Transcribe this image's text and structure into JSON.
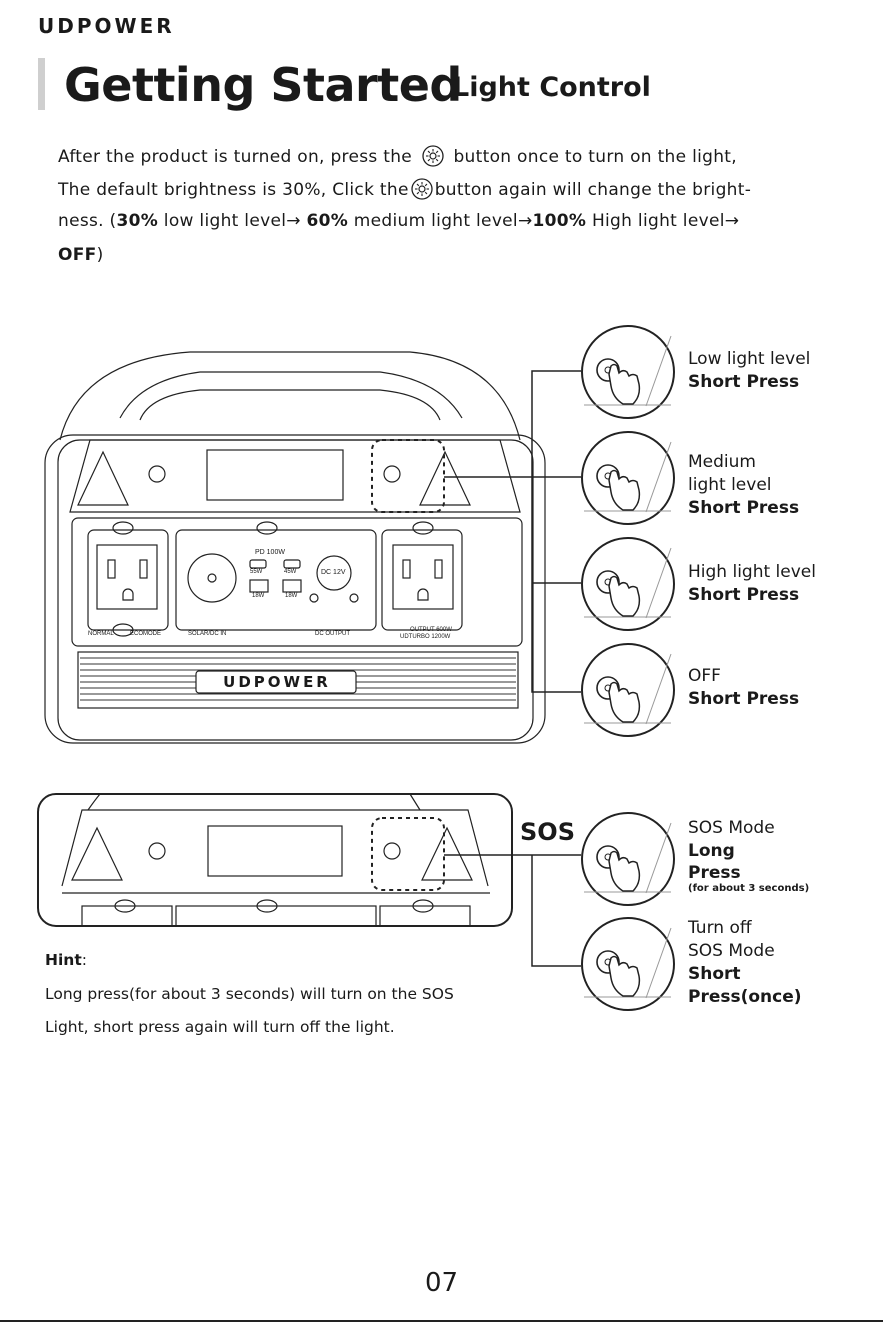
{
  "brand": "UDPOWER",
  "title": "Getting Started",
  "subtitle": "Light Control",
  "intro": {
    "line1a": "After the product is turned on, press the",
    "line1b": "button once to turn on the light,",
    "line2a": "The default brightness is 30%, Click the",
    "line2b": "button again will change the bright-",
    "line3_prefix": "ness.  (",
    "level1_pct": "30%",
    "level1_txt": " low light level→ ",
    "level2_pct": "60%",
    "level2_txt": " medium light level→",
    "level3_pct": "100%",
    "level3_txt": " High light level→",
    "off": "OFF",
    "close": ")"
  },
  "device": {
    "logo": "UDPOWER",
    "labels": {
      "pd": "PD 100W",
      "w55": "55W",
      "w45": "45W",
      "w18a": "18W",
      "w18b": "18W",
      "dc12": "DC 12V",
      "normal": "NORMAL",
      "ecomode": "ECOMODE",
      "solar": "SOLAR/DC IN",
      "dcout": "DC OUTPUT",
      "output": "OUTPUT  600W",
      "turbo": "UDTURBO 1200W"
    }
  },
  "steps": [
    {
      "line1": "Low light level",
      "line2": "",
      "action": "Short Press"
    },
    {
      "line1": "Medium",
      "line2": "light level",
      "action": "Short Press"
    },
    {
      "line1": "High light level",
      "line2": "",
      "action": "Short Press"
    },
    {
      "line1": "OFF",
      "line2": "",
      "action": "Short Press"
    }
  ],
  "sos": {
    "label": "SOS",
    "mode_title": "SOS Mode",
    "mode_action1": "Long",
    "mode_action2": "Press",
    "mode_note": "(for about 3 seconds)",
    "off_line1": "Turn off",
    "off_line2": "SOS Mode",
    "off_action1": "Short",
    "off_action2": "Press(once)"
  },
  "hint": {
    "title": "Hint",
    "colon": ":",
    "line1": "Long press(for about 3 seconds) will turn on the SOS",
    "line2": "Light, short press again will turn off the light."
  },
  "page_number": "07"
}
